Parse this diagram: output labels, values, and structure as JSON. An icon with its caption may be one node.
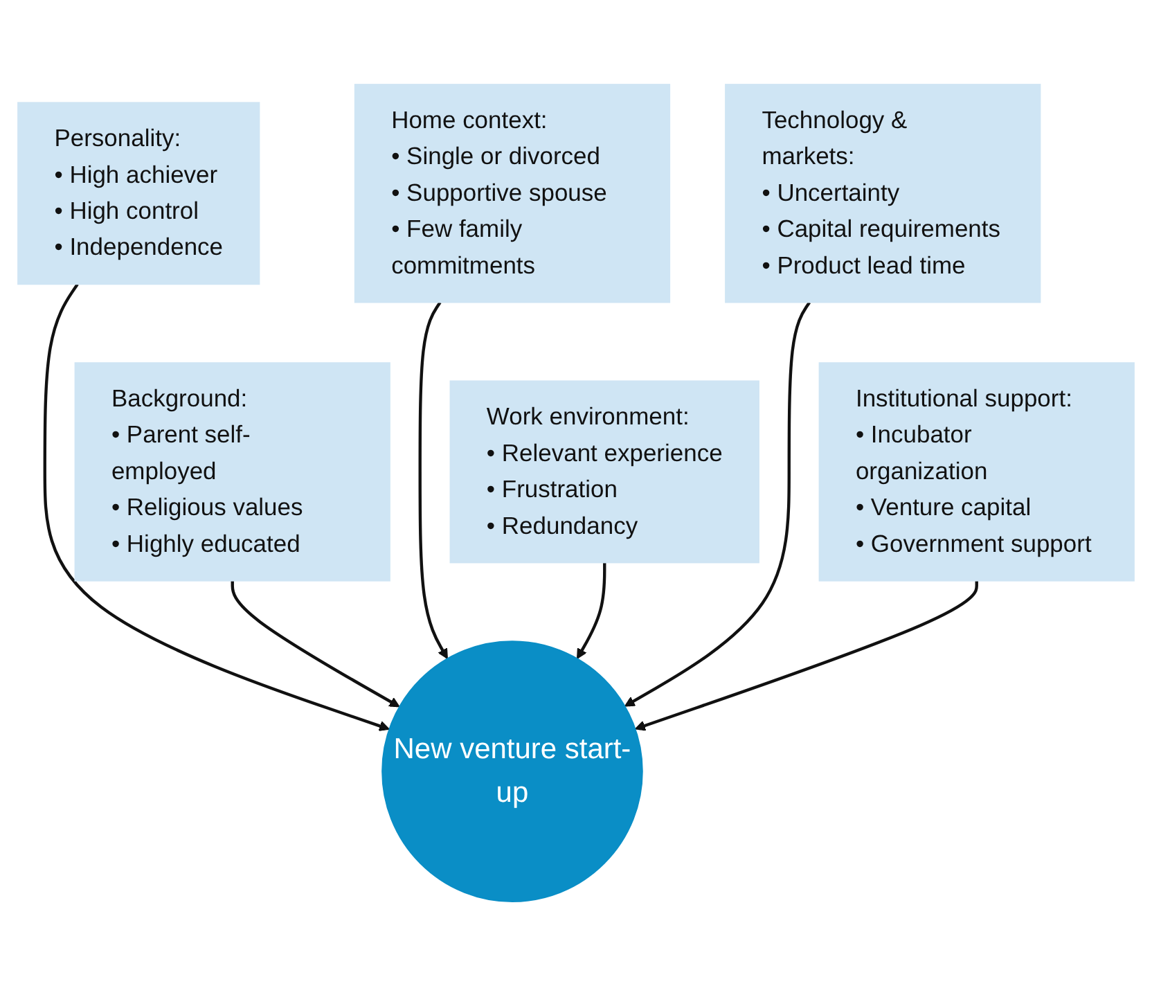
{
  "diagram": {
    "nodes": [
      {
        "text": [
          "Home context:",
          "• Single or divorced",
          "• Supportive spouse",
          "• Few family commitments"
        ]
      },
      {
        "text": [
          "Personality:",
          "• High achiever",
          "• High control",
          "• Independence"
        ]
      },
      {
        "text": [
          "Technology & markets:",
          "• Uncertainty",
          "• Capital requirements",
          "• Product lead time"
        ]
      },
      {
        "text": [
          "New venture start-up"
        ]
      },
      {
        "text": [
          "Background:",
          "• Parent self-employed",
          "• Religious values",
          "• Highly educated"
        ]
      },
      {
        "text": [
          "Institutional support:",
          "• Incubator organization",
          "• Venture capital",
          "• Government support"
        ]
      },
      {
        "text": [
          "Work environment:",
          "• Relevant experience",
          "• Frustration",
          "• Redundancy"
        ]
      }
    ],
    "edges": [
      {
        "from": 1,
        "to": 3,
        "arrow": "to"
      },
      {
        "from": 0,
        "to": 3,
        "arrow": "to"
      },
      {
        "from": 2,
        "to": 3,
        "arrow": "to"
      },
      {
        "from": 4,
        "to": 3,
        "arrow": "to"
      },
      {
        "from": 5,
        "to": 3,
        "arrow": "to"
      },
      {
        "from": 6,
        "to": 3,
        "arrow": "to"
      }
    ]
  }
}
